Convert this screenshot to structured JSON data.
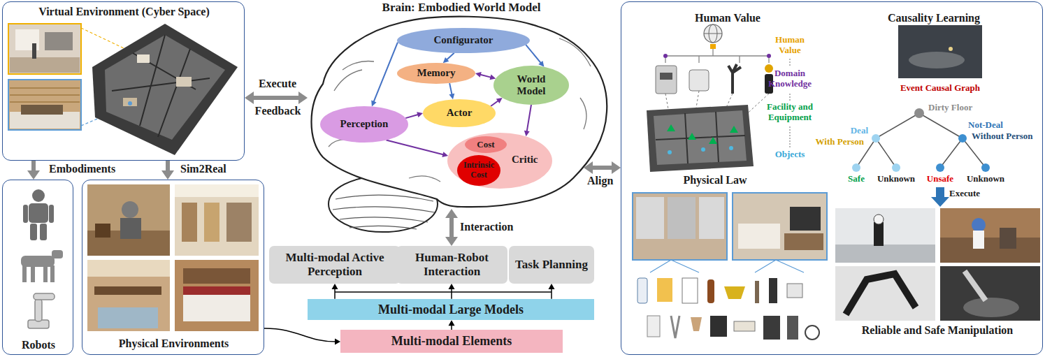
{
  "diagram": {
    "title": "Brain: Embodied World Model",
    "nodes": [
      {
        "text": [
          "Virtual Environment (Cyber Space)"
        ]
      },
      {
        "text": [
          "Robots"
        ]
      },
      {
        "text": [
          "Physical Environments"
        ]
      },
      {
        "text": [
          "Brain: Embodied World Model"
        ]
      },
      {
        "text": [
          "Configurator"
        ],
        "in": 3
      },
      {
        "text": [
          "Memory"
        ],
        "in": 3
      },
      {
        "text": [
          "World Model"
        ],
        "in": 3
      },
      {
        "text": [
          "Perception"
        ],
        "in": 3
      },
      {
        "text": [
          "Actor"
        ],
        "in": 3
      },
      {
        "text": [
          "Critic"
        ],
        "in": 3
      },
      {
        "text": [
          "Cost"
        ],
        "in": 9
      },
      {
        "text": [
          "Intrinsic Cost"
        ],
        "in": 9
      },
      {
        "text": [
          "Multi-modal Active Perception"
        ]
      },
      {
        "text": [
          "Human-Robot Interaction"
        ]
      },
      {
        "text": [
          "Task Planning"
        ]
      },
      {
        "text": [
          "Multi-modal Large Models"
        ]
      },
      {
        "text": [
          "Multi-modal Elements"
        ]
      },
      {
        "text": [
          "Human Value",
          "Causality Learning",
          "Physical Law",
          "Reliable and Safe Manipulation"
        ]
      }
    ],
    "edges": [
      {
        "from": 0,
        "to": 3,
        "label": "Execute",
        "arrow": "both"
      },
      {
        "from": 0,
        "to": 1,
        "label": "Embodiments",
        "arrow": "to"
      },
      {
        "from": 0,
        "to": 2,
        "label": "Sim2Real",
        "arrow": "to"
      },
      {
        "from": 3,
        "to": 13,
        "label": "Interaction",
        "arrow": "both"
      },
      {
        "from": 3,
        "to": 17,
        "label": "Align",
        "arrow": "both"
      },
      {
        "from": 4,
        "to": 7,
        "arrow": "to"
      },
      {
        "from": 4,
        "to": 5,
        "arrow": "to"
      },
      {
        "from": 4,
        "to": 6,
        "arrow": "to"
      },
      {
        "from": 5,
        "to": 6,
        "arrow": "both"
      },
      {
        "from": 5,
        "to": 8,
        "arrow": "to"
      },
      {
        "from": 7,
        "to": 8,
        "arrow": "to"
      },
      {
        "from": 8,
        "to": 6,
        "arrow": "to"
      },
      {
        "from": 7,
        "to": 9,
        "arrow": "to"
      },
      {
        "from": 6,
        "to": 9,
        "arrow": "to"
      },
      {
        "from": 2,
        "to": 16,
        "arrow": "to"
      },
      {
        "from": 16,
        "to": 15,
        "arrow": "to"
      },
      {
        "from": 15,
        "to": 12,
        "arrow": "to"
      },
      {
        "from": 15,
        "to": 13,
        "arrow": "to"
      },
      {
        "from": 15,
        "to": 14,
        "arrow": "to"
      }
    ],
    "labels": [
      "Feedback",
      "Human Value",
      "Domain Knowledge",
      "Facility and Equipment",
      "Objects",
      "Event Causal Graph",
      "Dirty Floor",
      "Deal",
      "With Person",
      "Not-Deal",
      "Without Person",
      "Safe",
      "Unknown",
      "Unsafe",
      "Unknown",
      "Execute"
    ]
  }
}
